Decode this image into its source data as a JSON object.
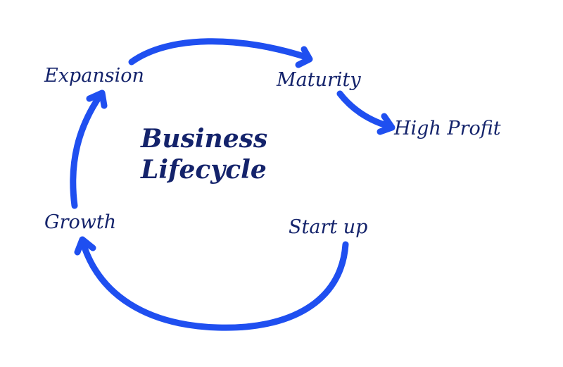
{
  "title": {
    "line1": "Business",
    "line2": "Lifecycle"
  },
  "stages": {
    "expansion": "Expansion",
    "maturity": "Maturity",
    "high_profit": "High Profit",
    "growth": "Growth",
    "start_up": "Start up"
  },
  "colors": {
    "arrow": "#1f4ff0",
    "text": "#14236b"
  }
}
